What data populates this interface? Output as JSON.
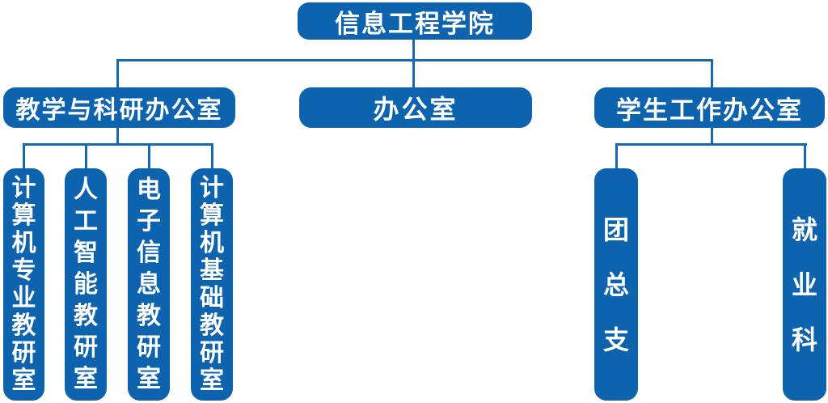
{
  "colors": {
    "box": "#0d63ae",
    "line": "#1668b1",
    "text": "#ffffff",
    "bg": "#ffffff"
  },
  "org": {
    "root": {
      "label": "信息工程学院"
    },
    "level2": [
      {
        "label": "教学与科研办公室"
      },
      {
        "label": "办公室"
      },
      {
        "label": "学生工作办公室"
      }
    ],
    "teaching_units": [
      {
        "label": "计算机专业教研室"
      },
      {
        "label": "人工智能教研室"
      },
      {
        "label": "电子信息教研室"
      },
      {
        "label": "计算机基础教研室"
      }
    ],
    "student_units": [
      {
        "label": "团总支"
      },
      {
        "label": "就业科"
      }
    ]
  }
}
